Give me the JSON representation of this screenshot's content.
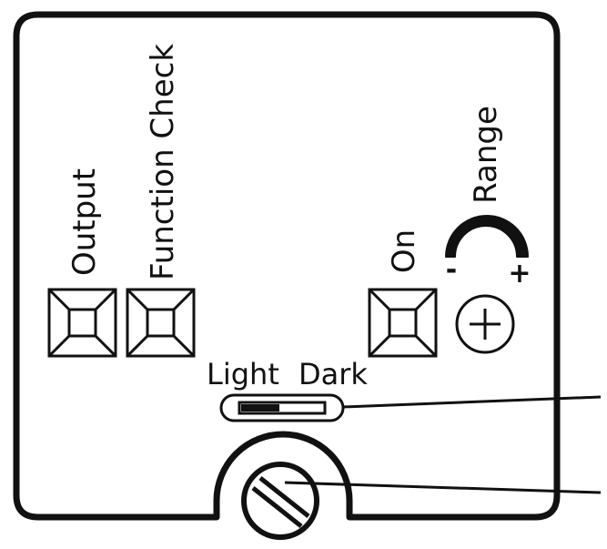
{
  "labels": {
    "output": "Output",
    "function_check": "Function Check",
    "on": "On",
    "range": "Range",
    "range_minus": "-",
    "range_plus": "+",
    "light": "Light",
    "dark": "Dark"
  },
  "colors": {
    "stroke": "#111111",
    "background": "#ffffff"
  }
}
